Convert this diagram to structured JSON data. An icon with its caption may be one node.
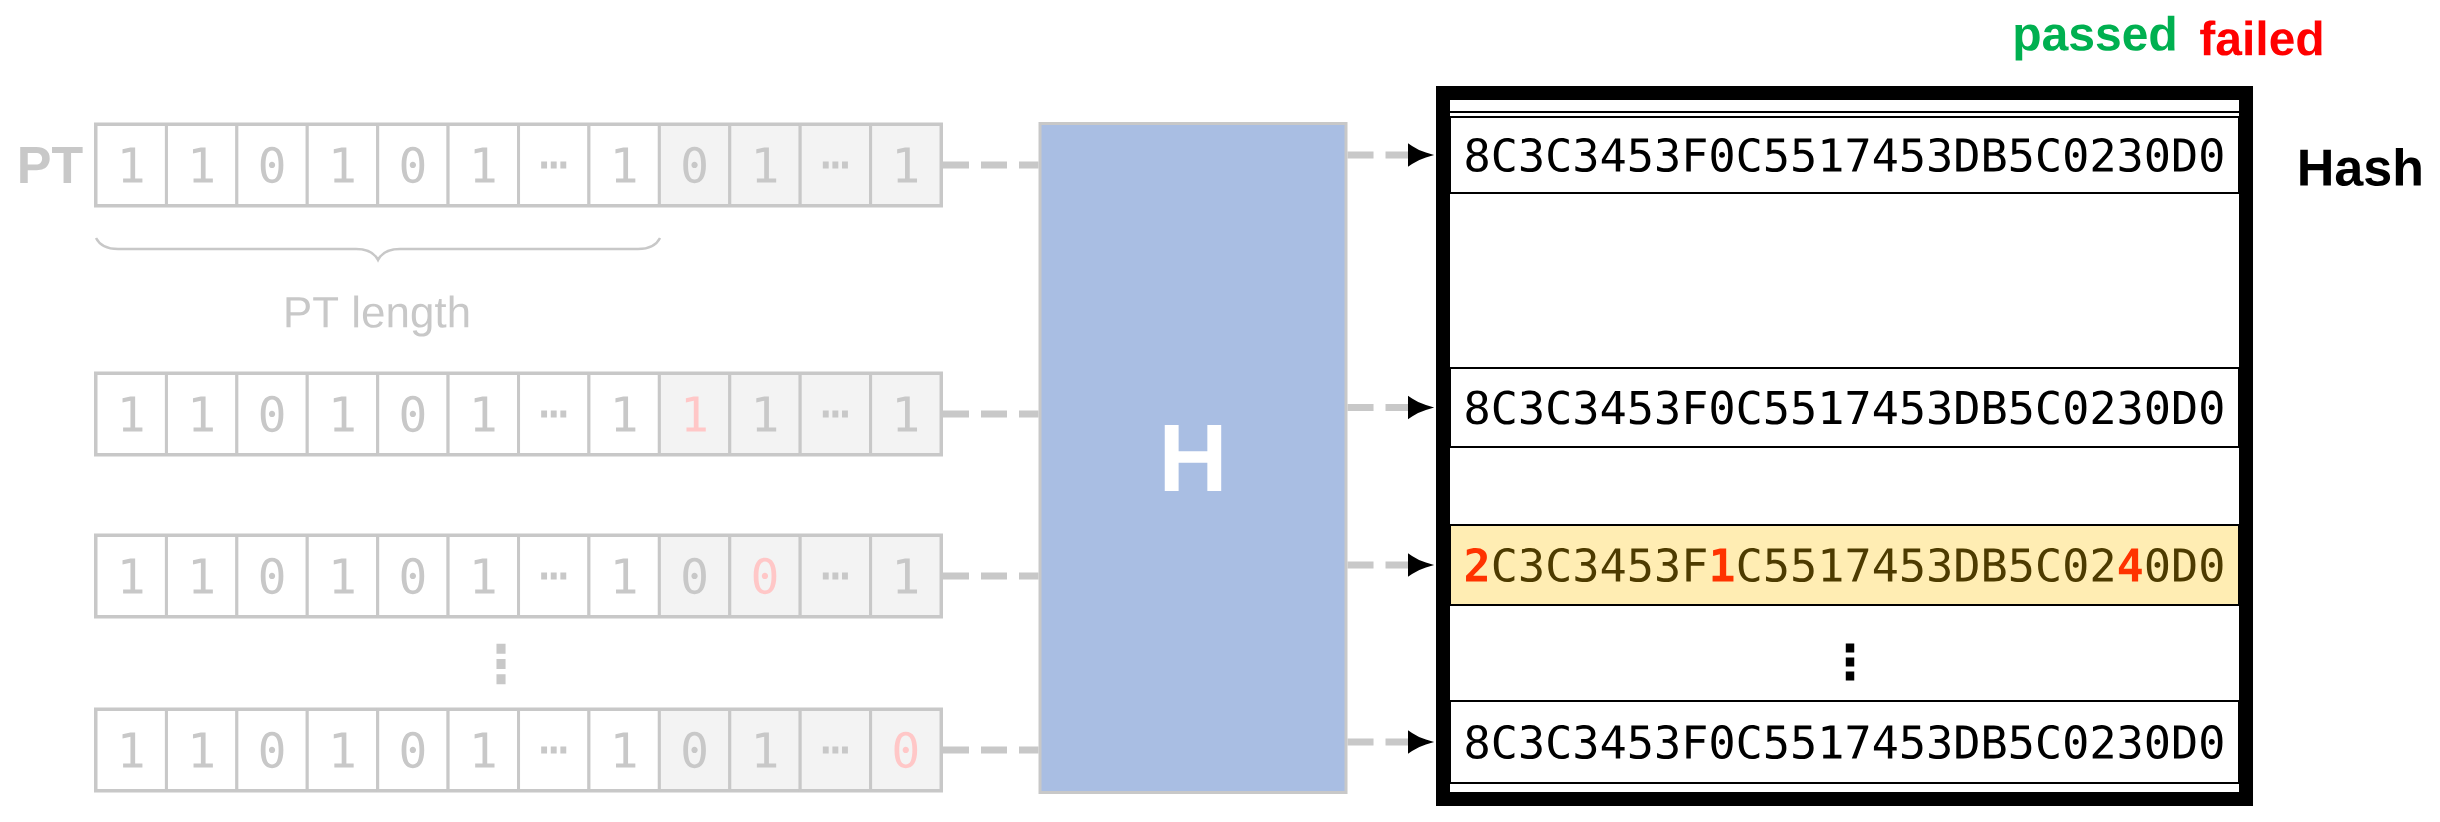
{
  "diagram": {
    "nodes": [
      {
        "text": [
          "1",
          "1",
          "0",
          "1",
          "0",
          "1",
          "…",
          "1",
          "0",
          "1",
          "…",
          "1"
        ],
        "beside": [
          "PT"
        ]
      },
      {
        "text": [
          "1",
          "1",
          "0",
          "1",
          "0",
          "1",
          "…",
          "1",
          "1",
          "1",
          "…",
          "1"
        ]
      },
      {
        "text": [
          "1",
          "1",
          "0",
          "1",
          "0",
          "1",
          "…",
          "1",
          "0",
          "0",
          "…",
          "1"
        ]
      },
      {
        "text": [
          "1",
          "1",
          "0",
          "1",
          "0",
          "1",
          "…",
          "1",
          "0",
          "1",
          "…",
          "0"
        ]
      },
      {
        "text": [
          "H"
        ]
      },
      {
        "text": [
          "Hash"
        ]
      },
      {
        "text": [
          "8C3C3453F0C5517453DB5C0230D0"
        ],
        "in": 5
      },
      {
        "text": [
          "8C3C3453F0C5517453DB5C0230D0"
        ],
        "in": 5
      },
      {
        "text": [
          "**2**C3C3453F**1**C5517453DB5C02**4**0D0"
        ],
        "in": 5
      },
      {
        "text": [
          "8C3C3453F0C5517453DB5C0230D0"
        ],
        "in": 5
      }
    ],
    "edges": [
      {
        "from": 0,
        "to": 4,
        "arrow": "none",
        "style": "dashed"
      },
      {
        "from": 1,
        "to": 4,
        "arrow": "none",
        "style": "dashed"
      },
      {
        "from": 2,
        "to": 4,
        "arrow": "none",
        "style": "dashed"
      },
      {
        "from": 3,
        "to": 4,
        "arrow": "none",
        "style": "dashed"
      },
      {
        "from": 4,
        "to": 6,
        "arrow": "to",
        "style": "dashed"
      },
      {
        "from": 4,
        "to": 7,
        "arrow": "to",
        "style": "dashed"
      },
      {
        "from": 4,
        "to": 8,
        "arrow": "to",
        "style": "dashed"
      },
      {
        "from": 4,
        "to": 9,
        "arrow": "to",
        "style": "dashed"
      }
    ],
    "labels": [
      "passed",
      "failed",
      "PT length",
      "⋮",
      "⋮"
    ]
  }
}
